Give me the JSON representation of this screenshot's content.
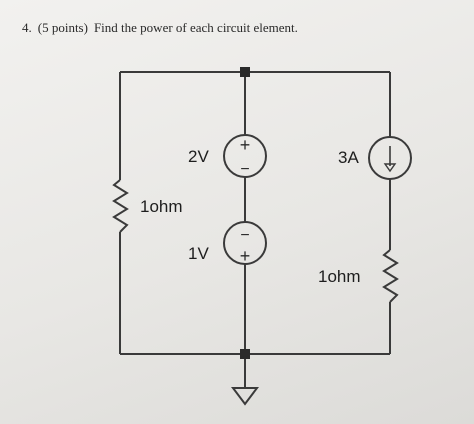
{
  "question": {
    "number": "4.",
    "points": "(5 points)",
    "prompt": "Find the power of each circuit element."
  },
  "labels": {
    "left_resistor": "1ohm",
    "top_voltage_source": "2V",
    "bottom_voltage_source": "1V",
    "current_source": "3A",
    "right_resistor": "1ohm"
  },
  "symbols": {
    "top_source_upper": "+",
    "top_source_lower": "−",
    "bottom_source_upper": "−",
    "bottom_source_lower": "+"
  },
  "colors": {
    "wire": "#3a3a3a",
    "text": "#1e1e1e"
  }
}
